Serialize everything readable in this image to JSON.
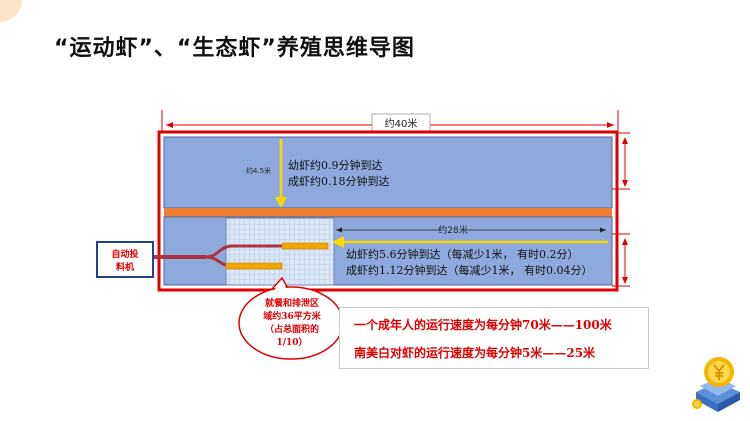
{
  "slide": {
    "title": "“运动虾”、“生态虾”养殖思维导图"
  },
  "diagram": {
    "total_length_label": "约40米",
    "inner_length_label": "约28米",
    "width_label": "约4.5米",
    "upper_lane_text": [
      "幼虾约0.9分钟到达",
      "成虾约0.18分钟到达"
    ],
    "lower_lane_text": [
      "幼虾约5.6分钟到达（每减少1米，   有时0.2分）",
      "成虾约1.12分钟到达（每减少1米，   有时0.04分）"
    ],
    "feeder_label": [
      "自动投",
      "料机"
    ],
    "feeding_area_label": [
      "就餐和排泄区",
      "域约36平方米",
      "（占总面积的",
      "1/10）"
    ]
  },
  "info": {
    "adult_speed": "一个成年人的运行速度为每分钟70米——100米",
    "shrimp_speed": "南美白对虾的运行速度为每分钟5米——25米"
  },
  "colors": {
    "pond_blue": "#8eaadc",
    "frame_red": "#e00000",
    "divider_orange": "#ed7d31",
    "arrow_yellow": "#ffd700",
    "pipe_red": "#b03040",
    "feeder_blue": "#1f3f9a"
  }
}
